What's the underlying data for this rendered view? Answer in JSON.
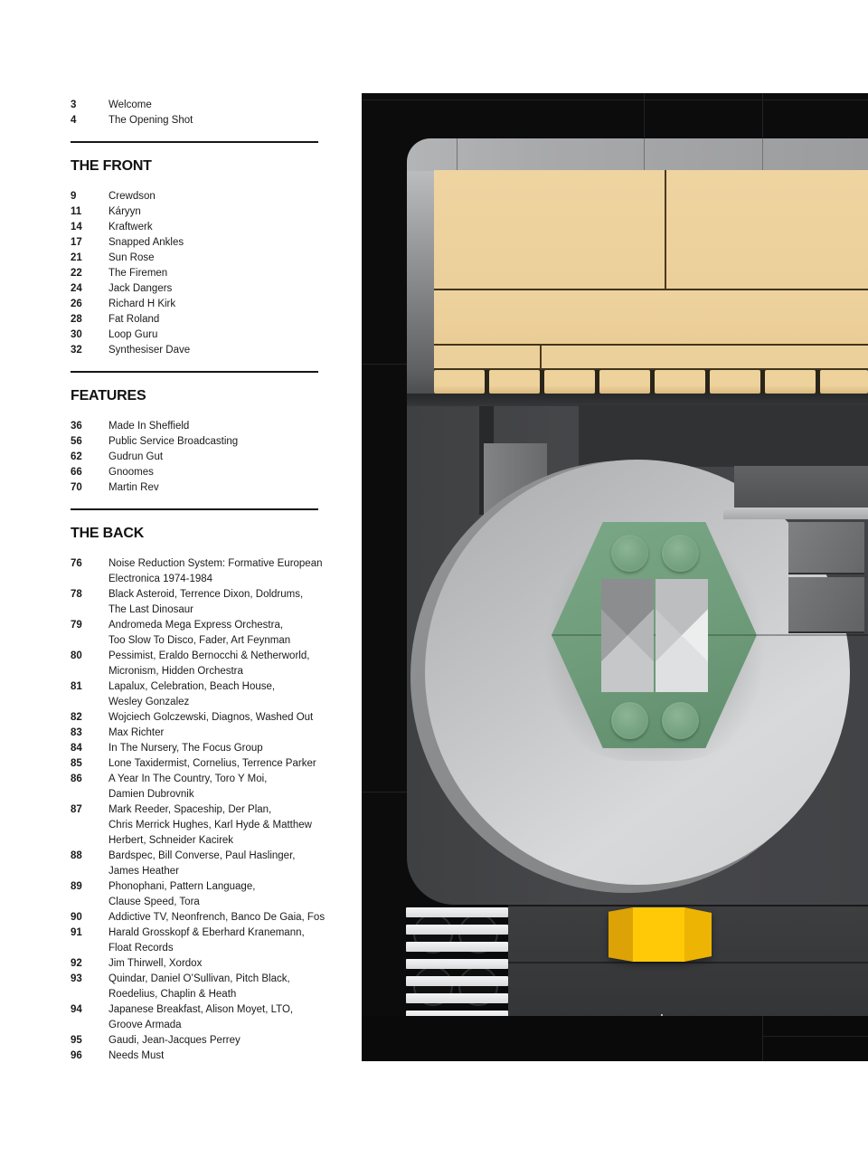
{
  "toc": {
    "intro_items": [
      {
        "num": "3",
        "lines": [
          "Welcome"
        ]
      },
      {
        "num": "4",
        "lines": [
          "The Opening Shot"
        ]
      }
    ],
    "sections": [
      {
        "heading": "THE FRONT",
        "items": [
          {
            "num": "9",
            "lines": [
              "Crewdson"
            ]
          },
          {
            "num": "11",
            "lines": [
              "Káryyn"
            ]
          },
          {
            "num": "14",
            "lines": [
              "Kraftwerk"
            ]
          },
          {
            "num": "17",
            "lines": [
              "Snapped Ankles"
            ]
          },
          {
            "num": "21",
            "lines": [
              "Sun Rose"
            ]
          },
          {
            "num": "22",
            "lines": [
              "The Firemen"
            ]
          },
          {
            "num": "24",
            "lines": [
              "Jack Dangers"
            ]
          },
          {
            "num": "26",
            "lines": [
              "Richard H Kirk"
            ]
          },
          {
            "num": "28",
            "lines": [
              "Fat Roland"
            ]
          },
          {
            "num": "30",
            "lines": [
              "Loop Guru"
            ]
          },
          {
            "num": "32",
            "lines": [
              "Synthesiser Dave"
            ]
          }
        ]
      },
      {
        "heading": "FEATURES",
        "items": [
          {
            "num": "36",
            "lines": [
              "Made In Sheffield"
            ]
          },
          {
            "num": "56",
            "lines": [
              "Public Service Broadcasting"
            ]
          },
          {
            "num": "62",
            "lines": [
              "Gudrun Gut"
            ]
          },
          {
            "num": "66",
            "lines": [
              "Gnoomes"
            ]
          },
          {
            "num": "70",
            "lines": [
              "Martin Rev"
            ]
          }
        ]
      },
      {
        "heading": "THE BACK",
        "items": [
          {
            "num": "76",
            "lines": [
              "Noise Reduction System: Formative European",
              "Electronica 1974-1984"
            ]
          },
          {
            "num": "78",
            "lines": [
              "Black Asteroid, Terrence Dixon, Doldrums,",
              "The Last Dinosaur"
            ]
          },
          {
            "num": "79",
            "lines": [
              "Andromeda Mega Express Orchestra,",
              "Too Slow To Disco, Fader, Art Feynman"
            ]
          },
          {
            "num": "80",
            "lines": [
              "Pessimist, Eraldo Bernocchi & Netherworld,",
              "Micronism, Hidden Orchestra"
            ]
          },
          {
            "num": "81",
            "lines": [
              "Lapalux, Celebration, Beach House,",
              "Wesley Gonzalez"
            ]
          },
          {
            "num": "82",
            "lines": [
              "Wojciech Golczewski, Diagnos, Washed Out"
            ]
          },
          {
            "num": "83",
            "lines": [
              "Max Richter"
            ]
          },
          {
            "num": "84",
            "lines": [
              "In The Nursery, The Focus Group"
            ]
          },
          {
            "num": "85",
            "lines": [
              "Lone Taxidermist, Cornelius, Terrence Parker"
            ]
          },
          {
            "num": "86",
            "lines": [
              "A Year In The Country, Toro Y Moi,",
              "Damien Dubrovnik"
            ]
          },
          {
            "num": "87",
            "lines": [
              "Mark Reeder, Spaceship, Der Plan,",
              "Chris Merrick Hughes, Karl Hyde & Matthew",
              "Herbert, Schneider Kacirek"
            ]
          },
          {
            "num": "88",
            "lines": [
              "Bardspec, Bill Converse, Paul Haslinger,",
              "James Heather"
            ]
          },
          {
            "num": "89",
            "lines": [
              "Phonophani, Pattern Language,",
              "Clause Speed, Tora"
            ]
          },
          {
            "num": "90",
            "lines": [
              "Addictive TV, Neonfrench, Banco De Gaia, Fos"
            ]
          },
          {
            "num": "91",
            "lines": [
              "Harald Grosskopf & Eberhard Kranemann,",
              "Float Records"
            ]
          },
          {
            "num": "92",
            "lines": [
              "Jim Thirwell, Xordox"
            ]
          },
          {
            "num": "93",
            "lines": [
              "Quindar, Daniel O’Sullivan, Pitch Black,",
              "Roedelius, Chaplin & Heath"
            ]
          },
          {
            "num": "94",
            "lines": [
              "Japanese Breakfast, Alison Moyet, LTO,",
              "Groove Armada"
            ]
          },
          {
            "num": "95",
            "lines": [
              "Gaudi, Jean-Jacques Perrey"
            ]
          },
          {
            "num": "96",
            "lines": [
              "Needs Must"
            ]
          }
        ]
      }
    ]
  },
  "photo": {
    "colors": {
      "black": "#0c0c0d",
      "lid-tan": "#ecd09b",
      "strip-gray": "#a8a9ab",
      "body-gray": "#46474a",
      "deck-dark": "#3d3e40",
      "platter-light": "#d8d9db",
      "platter-mid": "#aaabad",
      "hex-green": "#6f9d7b",
      "stud-green": "#74a17f",
      "fader-yellow": "#ffc907",
      "grille-white": "#dadbdd"
    }
  }
}
